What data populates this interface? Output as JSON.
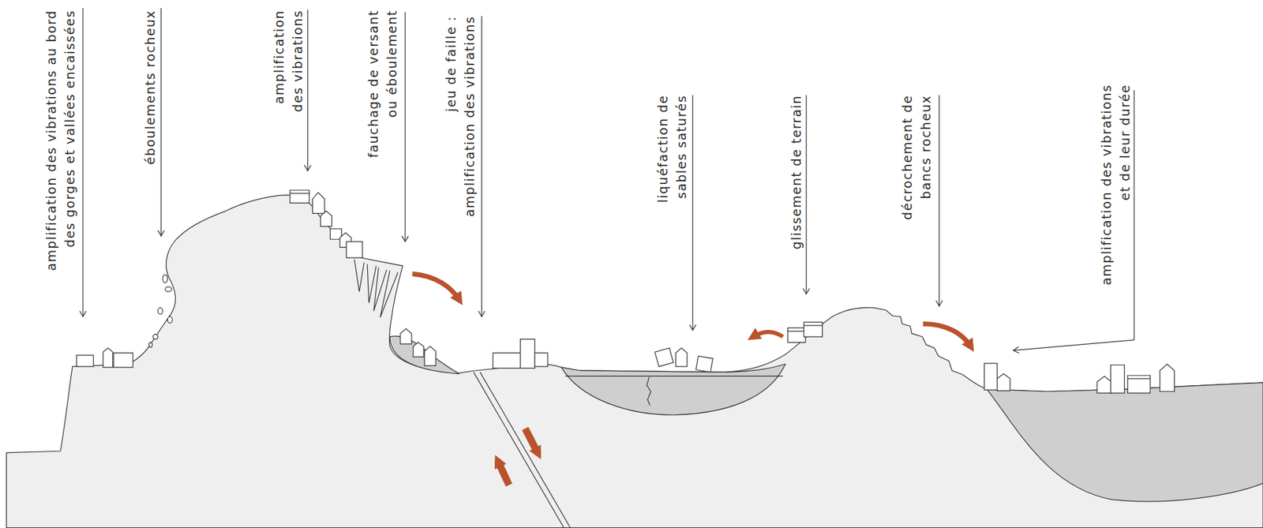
{
  "diagram": {
    "labels": [
      "amplification des vibrations au bord des gorges et vallées encaissées",
      "éboulements rocheux",
      "amplification des vibrations",
      "fauchage de versant ou éboulement",
      "jeu de faille : amplification des vibrations",
      "liquéfaction de sables saturés",
      "glissement de terrain",
      "décrochement de bancs rocheux",
      "amplification des vibrations et de leur durée"
    ]
  }
}
